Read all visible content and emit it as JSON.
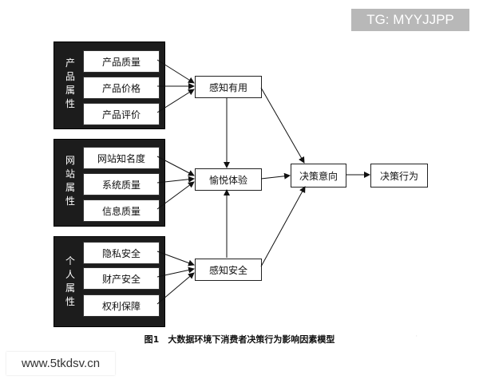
{
  "groups": [
    {
      "title": [
        "产",
        "品",
        "属",
        "性"
      ],
      "items": [
        "产品质量",
        "产品价格",
        "产品评价"
      ]
    },
    {
      "title": [
        "网",
        "站",
        "属",
        "性"
      ],
      "items": [
        "网站知名度",
        "系统质量",
        "信息质量"
      ]
    },
    {
      "title": [
        "个",
        "人",
        "属",
        "性"
      ],
      "items": [
        "隐私安全",
        "财产安全",
        "权利保障"
      ]
    }
  ],
  "nodes": {
    "perceived_usefulness": "感知有用",
    "pleasure_experience": "愉悦体验",
    "perceived_security": "感知安全",
    "decision_intention": "决策意向",
    "decision_behavior": "决策行为"
  },
  "caption": "图1　大数据环境下消费者决策行为影响因素模型",
  "overlay": {
    "tg": "TG: MYYJJPP",
    "site": "www.5tkdsv.cn"
  }
}
